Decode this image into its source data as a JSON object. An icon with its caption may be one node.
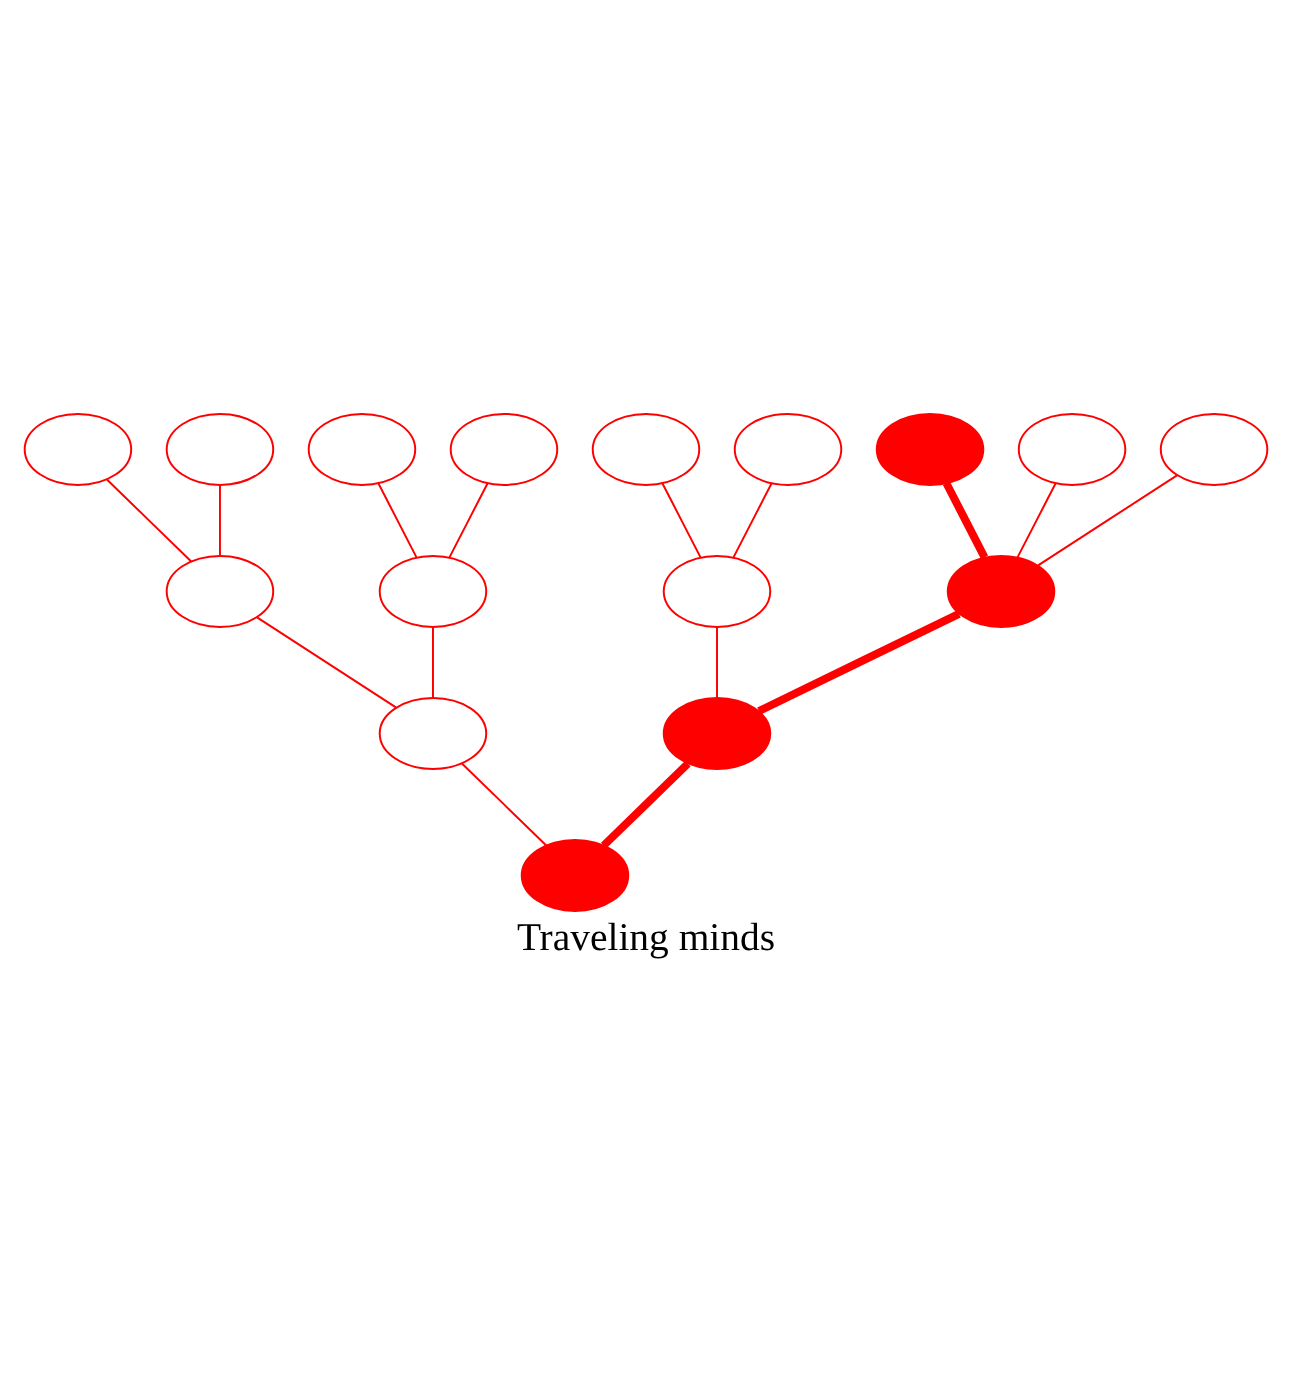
{
  "diagram": {
    "title": "Traveling minds",
    "nodes": [
      {
        "text": [],
        "shape": "ellipse"
      },
      {
        "text": [],
        "shape": "ellipse"
      },
      {
        "text": [],
        "shape": "ellipse"
      },
      {
        "text": [],
        "shape": "ellipse"
      },
      {
        "text": [],
        "shape": "ellipse"
      },
      {
        "text": [],
        "shape": "ellipse"
      },
      {
        "text": [],
        "shape": "ellipse"
      },
      {
        "text": [],
        "shape": "ellipse"
      },
      {
        "text": [],
        "shape": "ellipse"
      },
      {
        "text": [],
        "shape": "ellipse"
      },
      {
        "text": [],
        "shape": "ellipse"
      },
      {
        "text": [],
        "shape": "ellipse"
      },
      {
        "text": [],
        "shape": "ellipse"
      },
      {
        "text": [],
        "shape": "ellipse"
      },
      {
        "text": [],
        "shape": "ellipse"
      },
      {
        "text": [],
        "shape": "ellipse"
      }
    ],
    "edges": [
      {
        "from": 9,
        "to": 0,
        "arrow": "none"
      },
      {
        "from": 9,
        "to": 1,
        "arrow": "none"
      },
      {
        "from": 10,
        "to": 2,
        "arrow": "none"
      },
      {
        "from": 10,
        "to": 3,
        "arrow": "none"
      },
      {
        "from": 11,
        "to": 4,
        "arrow": "none"
      },
      {
        "from": 11,
        "to": 5,
        "arrow": "none"
      },
      {
        "from": 12,
        "to": 6,
        "arrow": "none",
        "style": "thick"
      },
      {
        "from": 12,
        "to": 7,
        "arrow": "none"
      },
      {
        "from": 12,
        "to": 8,
        "arrow": "none"
      },
      {
        "from": 13,
        "to": 9,
        "arrow": "none"
      },
      {
        "from": 13,
        "to": 10,
        "arrow": "none"
      },
      {
        "from": 14,
        "to": 11,
        "arrow": "none"
      },
      {
        "from": 14,
        "to": 12,
        "arrow": "none",
        "style": "thick"
      },
      {
        "from": 15,
        "to": 13,
        "arrow": "none"
      },
      {
        "from": 15,
        "to": 14,
        "arrow": "none",
        "style": "thick"
      }
    ]
  }
}
